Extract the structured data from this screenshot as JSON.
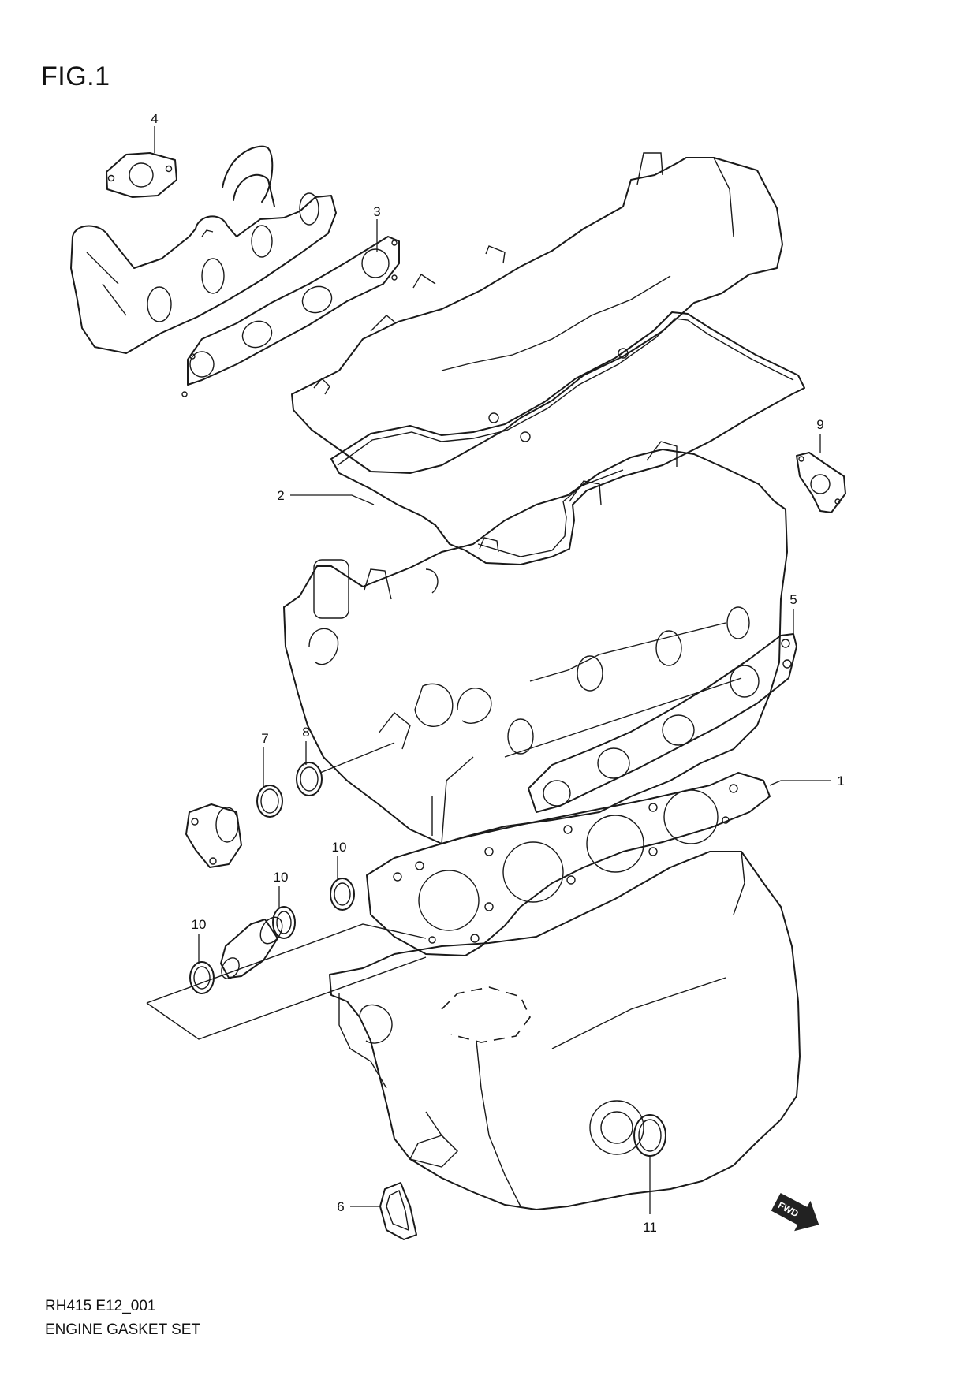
{
  "figure": {
    "title": "FIG.1"
  },
  "footer": {
    "code": "RH415 E12_001",
    "name": "ENGINE GASKET SET"
  },
  "callouts": {
    "c1": "1",
    "c2": "2",
    "c3": "3",
    "c4": "4",
    "c5": "5",
    "c6": "6",
    "c7": "7",
    "c8": "8",
    "c9": "9",
    "c10a": "10",
    "c10b": "10",
    "c10c": "10",
    "c11": "11"
  },
  "direction_badge": {
    "label": "FWD",
    "icon": "fwd-arrow-icon"
  }
}
